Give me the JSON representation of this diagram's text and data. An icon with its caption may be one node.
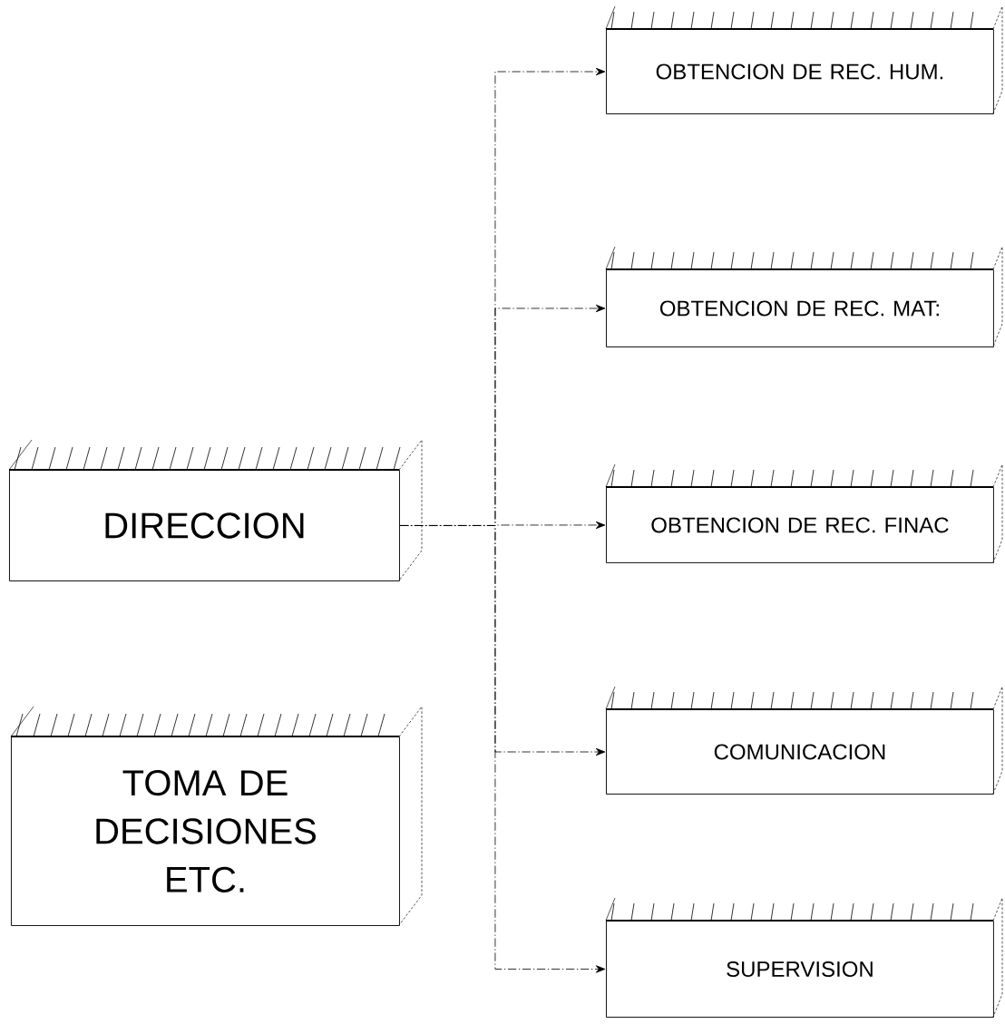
{
  "diagram": {
    "nodes": [
      {
        "text": [
          "DIRECCION"
        ]
      },
      {
        "text": [
          "TOMA DE DECISIONES ETC."
        ]
      },
      {
        "text": [
          "OBTENCION DE REC. HUM."
        ]
      },
      {
        "text": [
          "OBTENCION DE REC. MAT:"
        ]
      },
      {
        "text": [
          "OBTENCION DE REC. FINAC"
        ]
      },
      {
        "text": [
          "COMUNICACION"
        ]
      },
      {
        "text": [
          "SUPERVISION"
        ]
      }
    ],
    "edges": [
      {
        "from": 0,
        "to": 2,
        "arrow": "to"
      },
      {
        "from": 0,
        "to": 3,
        "arrow": "to"
      },
      {
        "from": 0,
        "to": 4,
        "arrow": "to"
      },
      {
        "from": 0,
        "to": 5,
        "arrow": "to"
      },
      {
        "from": 0,
        "to": 6,
        "arrow": "to"
      }
    ]
  }
}
